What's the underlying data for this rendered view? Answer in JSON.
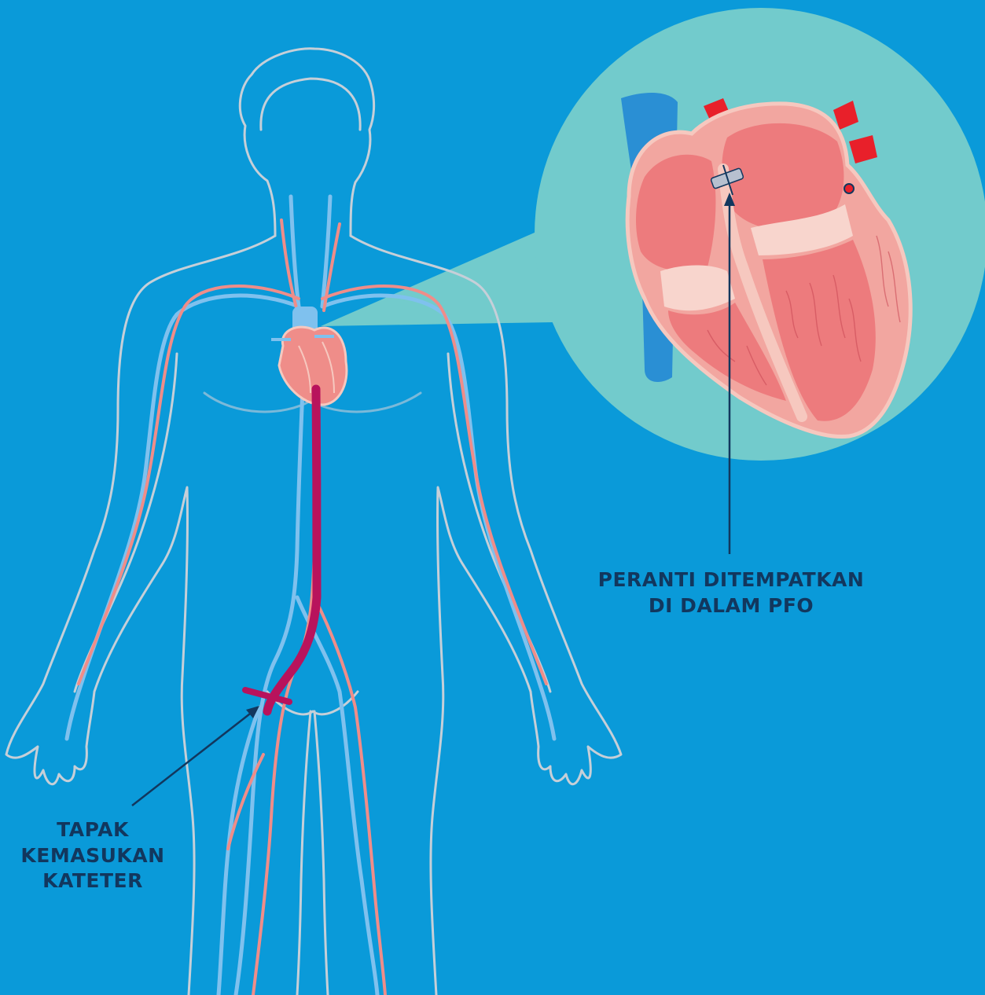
{
  "labels": {
    "device": {
      "line1": "PERANTI DITEMPATKAN",
      "line2": "DI DALAM PFO"
    },
    "entry": {
      "line1": "TAPAK",
      "line2": "KEMASUKAN",
      "line3": "KATETER"
    }
  },
  "colors": {
    "background": "#0a9ad9",
    "zoom_circle": "#72cbcc",
    "body_outline": "#c6cfd8",
    "vein": "#7fc1ee",
    "artery": "#ef8d89",
    "catheter": "#b8135c",
    "heart_muscle": "#ed7b7d",
    "heart_chamber": "#f2a6a0",
    "heart_valve": "#f8d5cd",
    "label_text": "#12375e"
  }
}
